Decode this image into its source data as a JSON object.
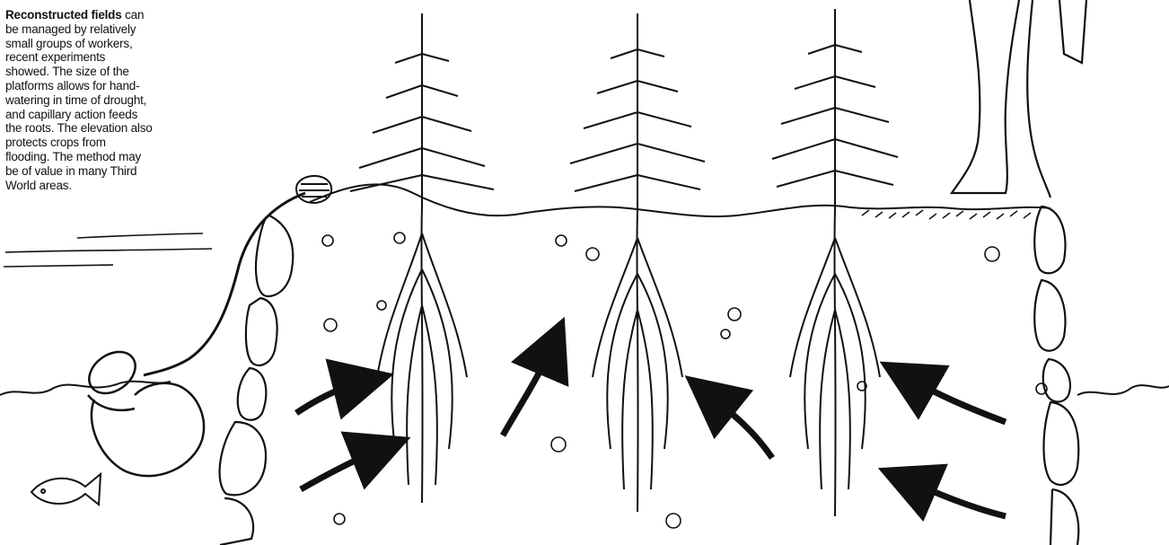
{
  "caption": {
    "lead": "Reconstructed fields",
    "lines": [
      "can",
      "be managed by relatively",
      "small groups of workers,",
      "recent experiments",
      "showed.  The size of the",
      "platforms allows for hand-",
      "watering in time of drought,",
      "and capillary action feeds",
      "the roots. The elevation also",
      "protects crops from",
      "flooding.",
      "The method may",
      "be of value in many Third",
      "World areas."
    ]
  },
  "colors": {
    "ink": "#111111",
    "paper": "#ffffff"
  },
  "illustration": {
    "plants": 3,
    "arrows": 6,
    "elements": [
      "clay-pot",
      "rope",
      "stone-wall",
      "fish",
      "person-legs",
      "plants",
      "roots",
      "capillary-arrows",
      "water-surface"
    ]
  }
}
